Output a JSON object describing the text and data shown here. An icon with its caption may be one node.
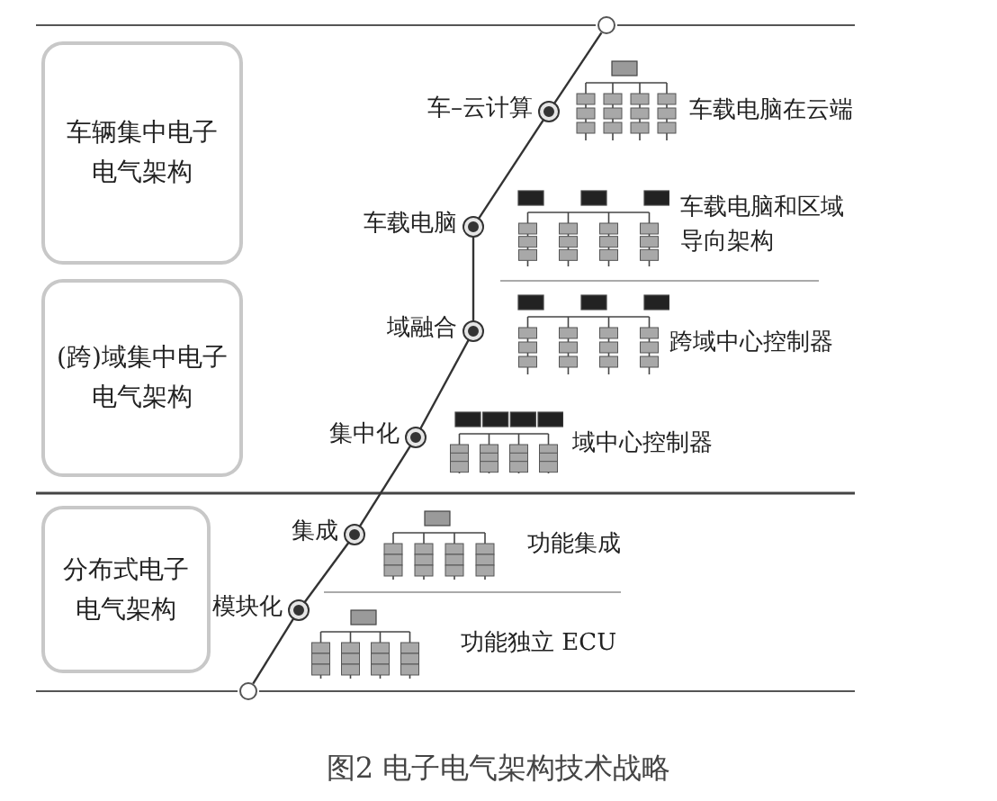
{
  "diagram": {
    "caption": "图2 电子电气架构技术战略",
    "nodes": [
      {
        "text": [
          "车辆集中电子电气架构"
        ]
      },
      {
        "text": [
          "(跨)域集中电子电气架构"
        ]
      },
      {
        "text": [
          "分布式电子电气架构"
        ]
      },
      {
        "text": [],
        "shape": "circle"
      },
      {
        "text": [],
        "shape": "circle",
        "beside": [
          "车–云计算"
        ]
      },
      {
        "text": [],
        "shape": "circle",
        "beside": [
          "车载电脑"
        ]
      },
      {
        "text": [],
        "shape": "circle",
        "beside": [
          "域融合"
        ]
      },
      {
        "text": [],
        "shape": "circle",
        "beside": [
          "集中化"
        ]
      },
      {
        "text": [],
        "shape": "circle",
        "beside": [
          "集成"
        ]
      },
      {
        "text": [],
        "shape": "circle",
        "beside": [
          "模块化"
        ]
      },
      {
        "text": [],
        "shape": "circle"
      }
    ],
    "edges": [
      {
        "from": 10,
        "to": 9,
        "arrow": "none"
      },
      {
        "from": 9,
        "to": 8,
        "arrow": "none"
      },
      {
        "from": 8,
        "to": 7,
        "arrow": "none"
      },
      {
        "from": 7,
        "to": 6,
        "arrow": "none"
      },
      {
        "from": 6,
        "to": 5,
        "arrow": "none"
      },
      {
        "from": 5,
        "to": 4,
        "arrow": "none"
      },
      {
        "from": 4,
        "to": 3,
        "arrow": "none"
      }
    ],
    "labels": [
      "车载电脑在云端",
      "车载电脑和区域导向架构",
      "跨域中心控制器",
      "域中心控制器",
      "功能集成",
      "功能独立 ECU"
    ]
  }
}
